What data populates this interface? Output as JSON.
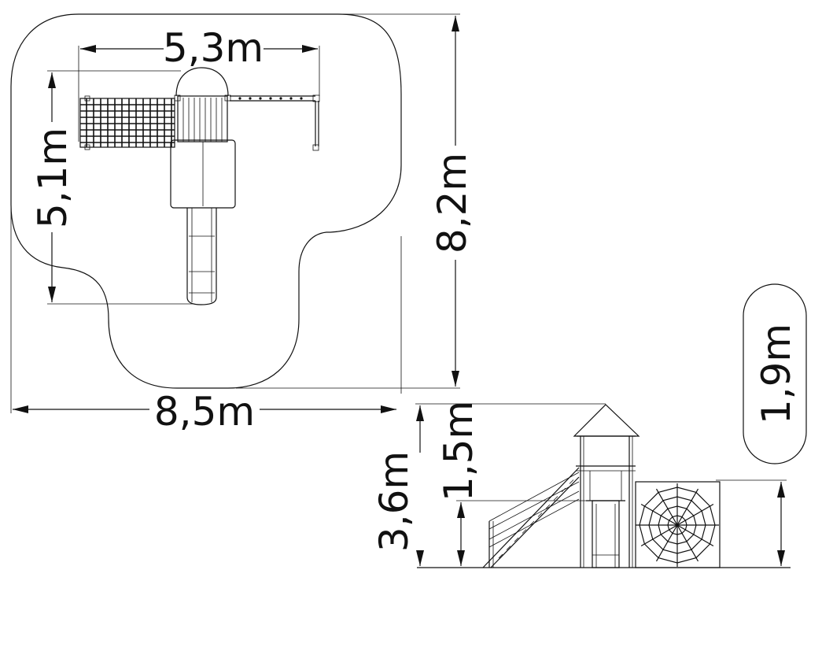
{
  "plan_view": {
    "dimensions": {
      "overall_width": "8,5m",
      "overall_depth": "8,2m",
      "equipment_width": "5,3m",
      "equipment_depth": "5,1m"
    }
  },
  "elevation_view": {
    "dimensions": {
      "total_height": "3,6m",
      "platform_height": "1,5m",
      "fall_height": "1,9m"
    }
  }
}
